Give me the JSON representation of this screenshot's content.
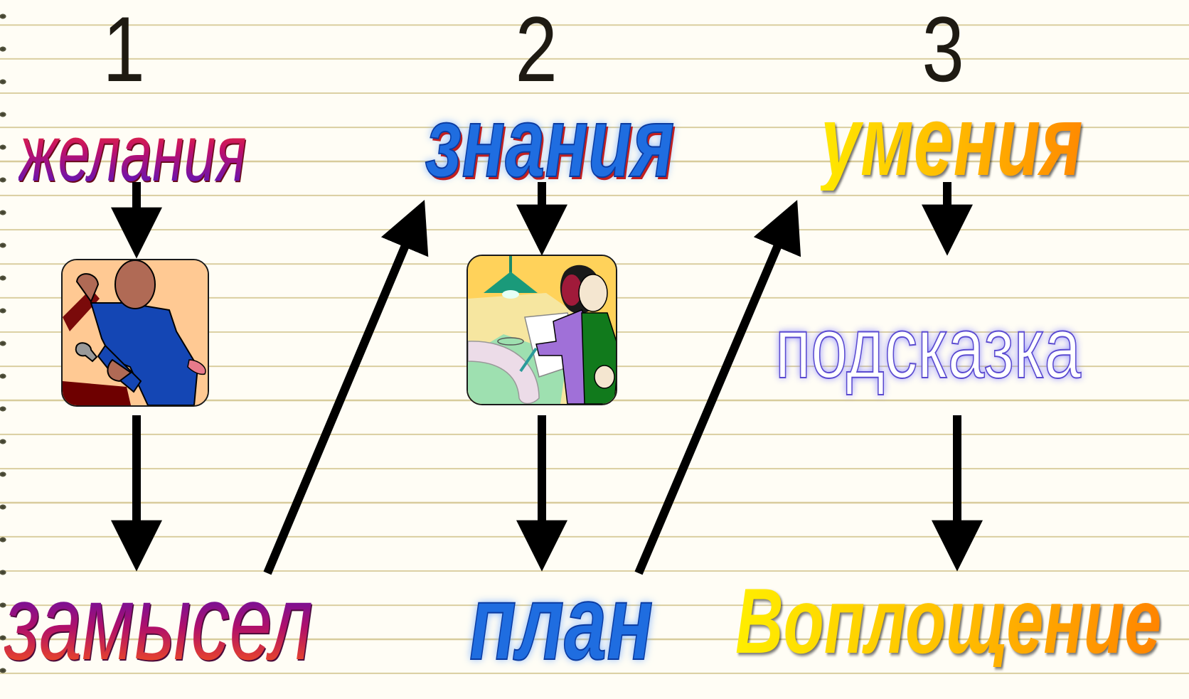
{
  "steps": [
    {
      "number": "1"
    },
    {
      "number": "2"
    },
    {
      "number": "3"
    }
  ],
  "words": {
    "desire": "желания",
    "idea": "замысел",
    "knowledge": "знания",
    "plan": "план",
    "skills": "умения",
    "hint": "подсказка",
    "embodiment": "Воплощение"
  },
  "images": {
    "worker": "worker-with-wrench-clipart",
    "designers": "designers-with-blueprint-clipart"
  },
  "colors": {
    "ruled_line": "#d8cc9c",
    "paper": "#fffdf5",
    "arrow": "#000000",
    "knowledge_blue": "#1f6de0",
    "skills_yellow": "#ffd000"
  }
}
